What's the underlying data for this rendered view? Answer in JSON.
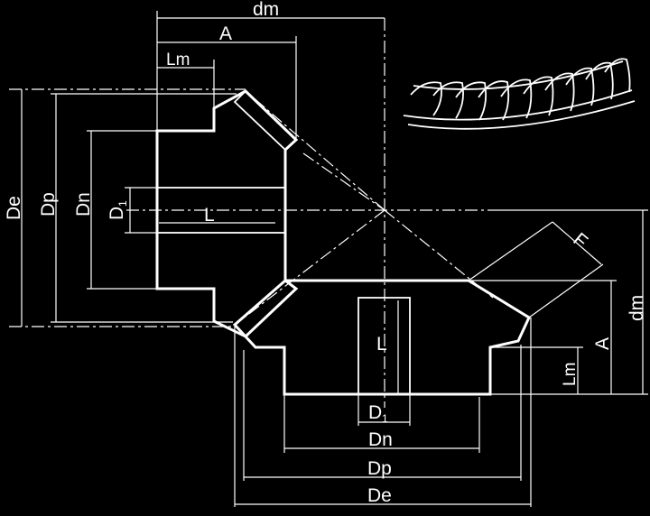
{
  "diagram": {
    "background": "#000000",
    "line_color": "#ffffff",
    "dimension_labels": {
      "dm_top": "dm",
      "A_top": "A",
      "Lm_top": "Lm",
      "De_left": "De",
      "Dp_left": "Dp",
      "Dn_left": "Dn",
      "D1_left": "D",
      "D1_left_sub": "1",
      "L_pinion": "L",
      "F_face": "F",
      "dm_right": "dm",
      "A_right": "A",
      "Lm_right": "Lm",
      "L_gear": "L",
      "D1_bottom": "D",
      "D1_bottom_sub": "1",
      "Dn_bottom": "Dn",
      "Dp_bottom": "Dp",
      "De_bottom": "De"
    }
  }
}
